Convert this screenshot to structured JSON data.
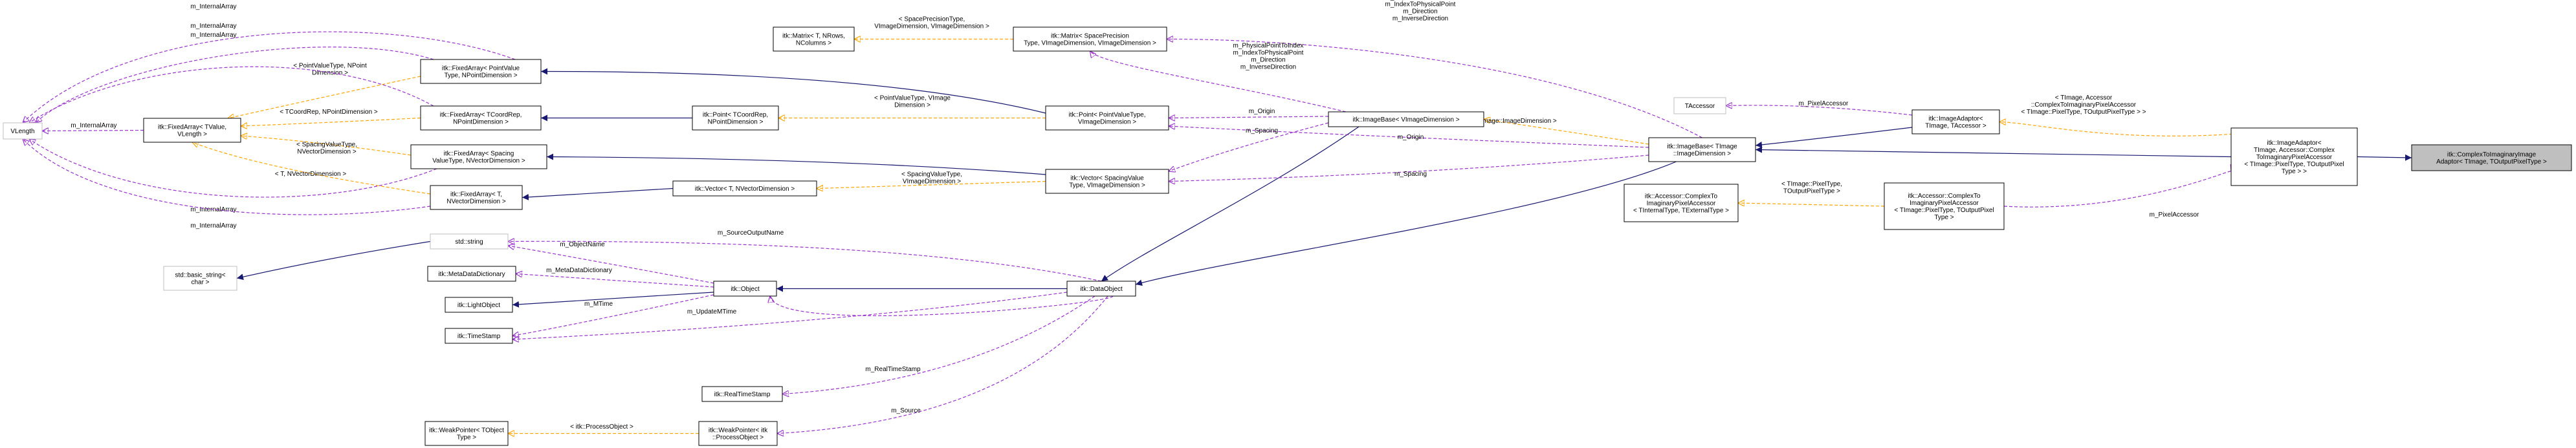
{
  "nodes": {
    "complex_to_imag": [
      "itk::ComplexToImaginaryImage",
      "Adaptor< TImage, TOutputPixelType >"
    ],
    "image_adaptor_spec": [
      "itk::ImageAdaptor<",
      "TImage, Accessor::Complex",
      "ToImaginaryPixelAccessor",
      "< TImage::PixelType, TOutputPixel",
      "Type > >"
    ],
    "accessor_spec": [
      "itk::Accessor::ComplexTo",
      "ImaginaryPixelAccessor",
      "< TImage::PixelType, TOutputPixel",
      "Type >"
    ],
    "accessor_tmpl": [
      "itk::Accessor::ComplexTo",
      "ImaginaryPixelAccessor",
      "< TInternalType, TExternalType >"
    ],
    "image_adaptor_tmpl": [
      "itk::ImageAdaptor<",
      "TImage, TAccessor >"
    ],
    "taccessor": [
      "TAccessor"
    ],
    "image_base_timage": [
      "itk::ImageBase< TImage",
      "::ImageDimension >"
    ],
    "image_base_tmpl": [
      "itk::ImageBase< VImageDimension >"
    ],
    "matrix_spec": [
      "itk::Matrix< SpacePrecision",
      "Type, VImageDimension, VImageDimension >"
    ],
    "matrix_tmpl": [
      "itk::Matrix< T, NRows,",
      "NColumns >"
    ],
    "point_spec": [
      "itk::Point< PointValueType,",
      "VImageDimension >"
    ],
    "point_tmpl": [
      "itk::Point< TCoordRep,",
      "NPointDimension >"
    ],
    "vector_spec": [
      "itk::Vector< SpacingValue",
      "Type, VImageDimension >"
    ],
    "vector_tmpl": [
      "itk::Vector< T, NVectorDimension >"
    ],
    "fixedarray_point": [
      "itk::FixedArray< PointValue",
      "Type, NPointDimension >"
    ],
    "fixedarray_coord": [
      "itk::FixedArray< TCoordRep,",
      "NPointDimension >"
    ],
    "fixedarray_spacing": [
      "itk::FixedArray< Spacing",
      "ValueType, NVectorDimension >"
    ],
    "fixedarray_t": [
      "itk::FixedArray< T,",
      "NVectorDimension >"
    ],
    "fixedarray_tmpl": [
      "itk::FixedArray< TValue,",
      "VLength >"
    ],
    "vlength": [
      "VLength"
    ],
    "std_string": [
      "std::string"
    ],
    "basic_string": [
      "std::basic_string<",
      "char >"
    ],
    "metadatadict": [
      "itk::MetaDataDictionary"
    ],
    "lightobject": [
      "itk::LightObject"
    ],
    "timestamp": [
      "itk::TimeStamp"
    ],
    "object": [
      "itk::Object"
    ],
    "dataobject": [
      "itk::DataObject"
    ],
    "realtimestamp": [
      "itk::RealTimeStamp"
    ],
    "weakptr_processobj": [
      "itk::WeakPointer< itk",
      "::ProcessObject >"
    ],
    "weakptr_tmpl": [
      "itk::WeakPointer< TObject",
      "Type >"
    ]
  },
  "edge_labels": {
    "pixel_accessor_1": [
      "m_PixelAccessor"
    ],
    "pixel_accessor_2": [
      "m_PixelAccessor"
    ],
    "adaptor_tmpl_args": [
      "< TImage, Accessor",
      "::ComplexToImaginaryPixelAccessor",
      "< TImage::PixelType, TOutputPixelType > >"
    ],
    "accessor_tmpl_args": [
      "< TImage::PixelType,",
      "TOutputPixelType >"
    ],
    "timage_dim": [
      "< TImage::ImageDimension >"
    ],
    "phys_top": [
      "m_PhysicalPointToIndex",
      "m_IndexToPhysicalPoint",
      "m_Direction",
      "m_InverseDirection"
    ],
    "phys_mid": [
      "m_PhysicalPointToIndex",
      "m_IndexToPhysicalPoint",
      "m_Direction",
      "m_InverseDirection"
    ],
    "m_origin_1": [
      "m_Origin"
    ],
    "m_origin_2": [
      "m_Origin"
    ],
    "m_spacing_1": [
      "m_Spacing"
    ],
    "m_spacing_2": [
      "m_Spacing"
    ],
    "matrix_args": [
      "< SpacePrecisionType,",
      "VImageDimension, VImageDimension >"
    ],
    "point_args": [
      "< PointValueType, VImage",
      "Dimension >"
    ],
    "vector_args": [
      "< SpacingValueType,",
      "VImageDimension >"
    ],
    "fa_point_args": [
      "< PointValueType, NPoint",
      "Dimension >"
    ],
    "fa_coord_args": [
      "< TCoordRep, NPointDimension >"
    ],
    "fa_spacing_args": [
      "< SpacingValueType,",
      "NVectorDimension >"
    ],
    "fa_t_args": [
      "< T, NVectorDimension >"
    ],
    "internal_1": [
      "m_InternalArray"
    ],
    "internal_2": [
      "m_InternalArray"
    ],
    "internal_3": [
      "m_InternalArray"
    ],
    "internal_4": [
      "m_InternalArray"
    ],
    "internal_5": [
      "m_InternalArray"
    ],
    "internal_6": [
      "m_InternalArray"
    ],
    "source_output_name": [
      "m_SourceOutputName"
    ],
    "object_name": [
      "m_ObjectName"
    ],
    "metadata_dict": [
      "m_MetaDataDictionary"
    ],
    "m_mtime": [
      "m_MTime"
    ],
    "update_mtime": [
      "m_UpdateMTime"
    ],
    "real_timestamp": [
      "m_RealTimeStamp"
    ],
    "m_source": [
      "m_Source"
    ],
    "process_obj_args": [
      "< itk::ProcessObject >"
    ]
  },
  "colors": {
    "inheritance": "#191970",
    "usage": "#9a32cd",
    "template": "#ffa500",
    "highlight_fill": "#bfbfbf"
  }
}
